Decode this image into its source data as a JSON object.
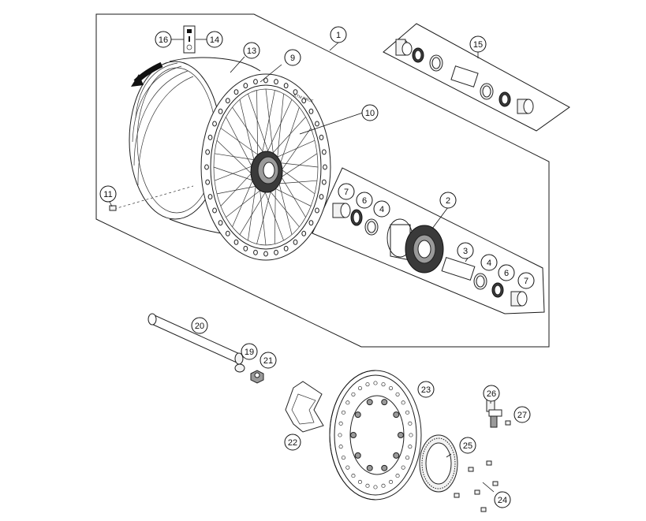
{
  "colors": {
    "line": "#1a1a1a",
    "fill_light": "#f2f2f2",
    "fill_dark": "#3a3a3a",
    "background": "#ffffff"
  },
  "icons": {
    "rotation_arrow": "curved-arrow-icon",
    "symbol_stack": "tire-symbols-icon"
  },
  "callouts": [
    {
      "id": "c1",
      "label": "1"
    },
    {
      "id": "c2",
      "label": "2"
    },
    {
      "id": "c3",
      "label": "3"
    },
    {
      "id": "c4a",
      "label": "4"
    },
    {
      "id": "c4b",
      "label": "4"
    },
    {
      "id": "c6a",
      "label": "6"
    },
    {
      "id": "c6b",
      "label": "6"
    },
    {
      "id": "c7a",
      "label": "7"
    },
    {
      "id": "c7b",
      "label": "7"
    },
    {
      "id": "c9",
      "label": "9"
    },
    {
      "id": "c10",
      "label": "10"
    },
    {
      "id": "c11",
      "label": "11"
    },
    {
      "id": "c13",
      "label": "13"
    },
    {
      "id": "c14",
      "label": "14"
    },
    {
      "id": "c15",
      "label": "15"
    },
    {
      "id": "c16",
      "label": "16"
    },
    {
      "id": "c19",
      "label": "19"
    },
    {
      "id": "c20",
      "label": "20"
    },
    {
      "id": "c21",
      "label": "21"
    },
    {
      "id": "c22",
      "label": "22"
    },
    {
      "id": "c23",
      "label": "23"
    },
    {
      "id": "c24",
      "label": "24"
    },
    {
      "id": "c25",
      "label": "25"
    },
    {
      "id": "c26",
      "label": "26"
    },
    {
      "id": "c27",
      "label": "27"
    }
  ]
}
